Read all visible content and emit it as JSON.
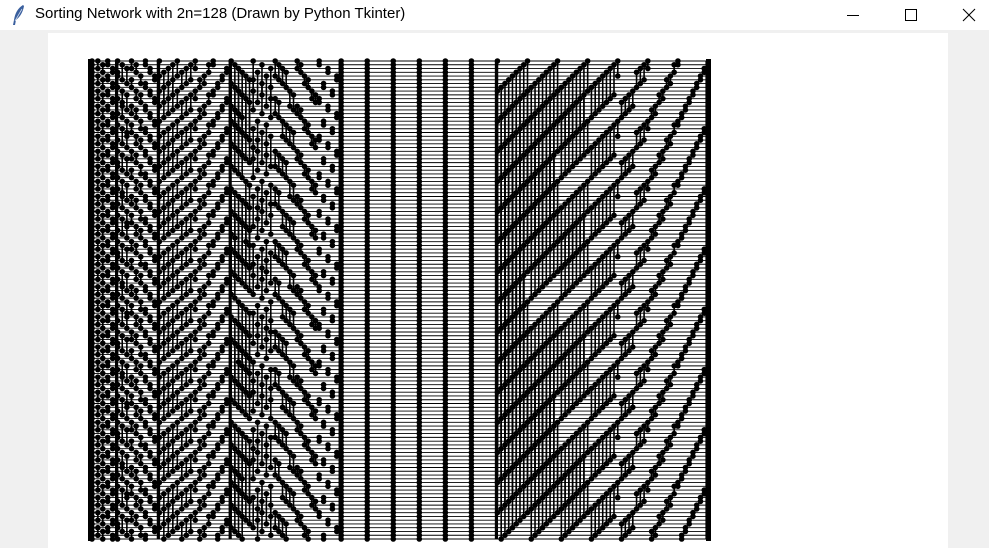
{
  "window": {
    "title": "Sorting Network with 2n=128 (Drawn by Python Tkinter)",
    "app_icon": "feather-icon",
    "controls": {
      "minimize": "minimize-icon",
      "maximize": "maximize-icon",
      "close": "close-icon"
    }
  },
  "canvas": {
    "background": "#ffffff",
    "line_color": "#000000",
    "network": {
      "wires": 128,
      "algorithm": "bitonic-merge",
      "stage_dividers": 6
    }
  }
}
